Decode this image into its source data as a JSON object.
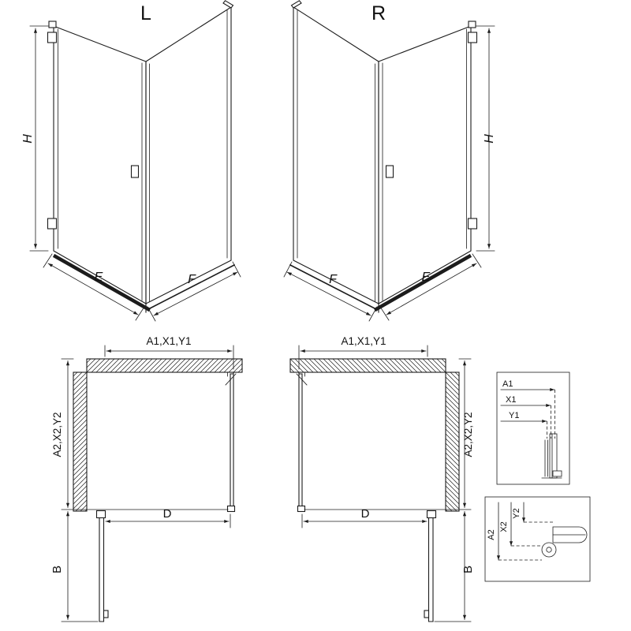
{
  "drawing": {
    "background": "#ffffff",
    "line_color": "#1c1c1c"
  },
  "views": {
    "left3d": {
      "variant_label": "L",
      "dim_h": "H",
      "dim_e": "E",
      "dim_f": "F"
    },
    "right3d": {
      "variant_label": "R",
      "dim_h": "H",
      "dim_e": "E",
      "dim_f": "F"
    },
    "plan_left": {
      "dim_top": "A1,X1,Y1",
      "dim_side": "A2,X2,Y2",
      "dim_d": "D",
      "dim_b": "B"
    },
    "plan_right": {
      "dim_top": "A1,X1,Y1",
      "dim_side": "A2,X2,Y2",
      "dim_d": "D",
      "dim_b": "B"
    },
    "detail_top": {
      "dim_a1": "A1",
      "dim_x1": "X1",
      "dim_y1": "Y1"
    },
    "detail_bottom": {
      "dim_a2": "A2",
      "dim_x2": "X2",
      "dim_y2": "Y2"
    }
  }
}
